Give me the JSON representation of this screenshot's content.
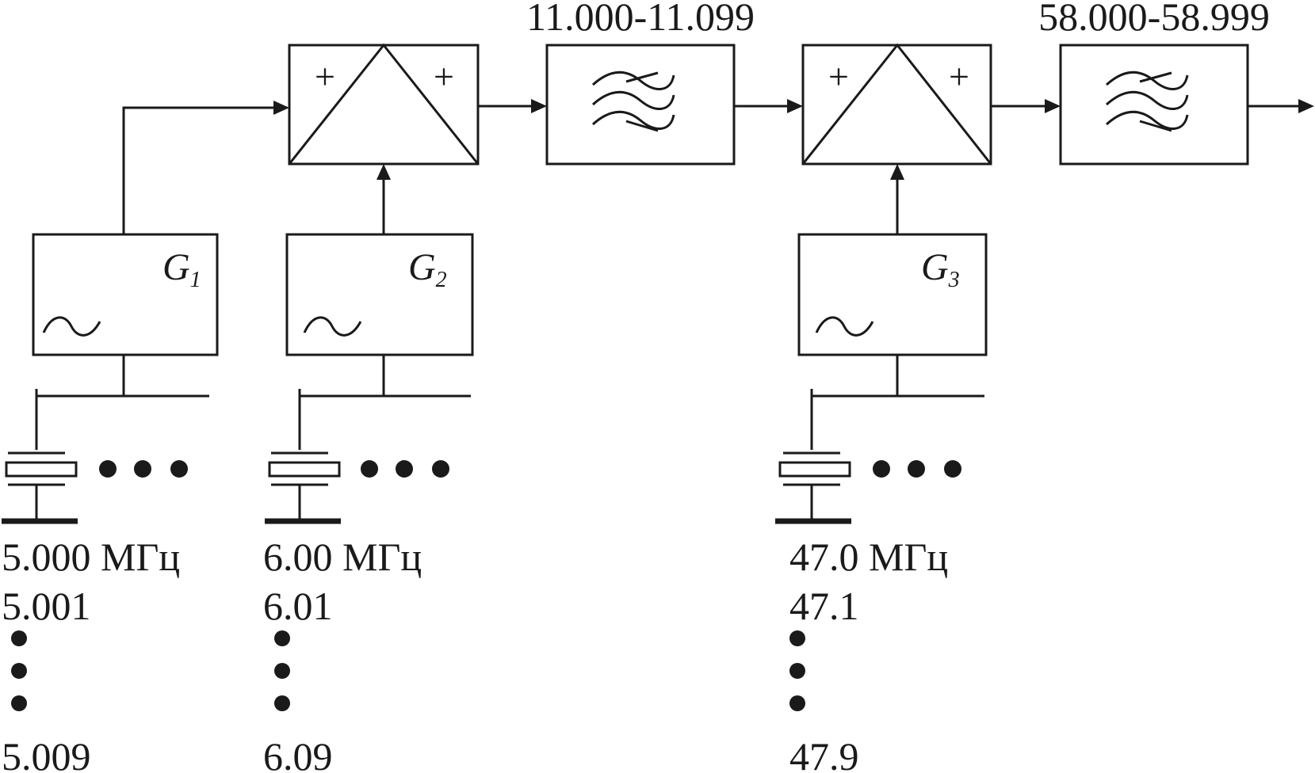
{
  "mixers": [
    {
      "in_sign": "+",
      "lo_sign": "+"
    },
    {
      "in_sign": "+",
      "lo_sign": "+"
    }
  ],
  "filters": [
    {
      "band_label": "11.000-11.099"
    },
    {
      "band_label": "58.000-58.999"
    }
  ],
  "generators": [
    {
      "name": "G",
      "sub": "1",
      "terminal_sign": "+",
      "freq_first": "5.000 МГц",
      "freq_second": "5.001",
      "freq_last": "5.009"
    },
    {
      "name": "G",
      "sub": "2",
      "terminal_sign": "+",
      "freq_first": "6.00 МГц",
      "freq_second": "6.01",
      "freq_last": "6.09"
    },
    {
      "name": "G",
      "sub": "3",
      "terminal_sign": "+",
      "freq_first": "47.0 МГц",
      "freq_second": "47.1",
      "freq_last": "47.9"
    }
  ]
}
